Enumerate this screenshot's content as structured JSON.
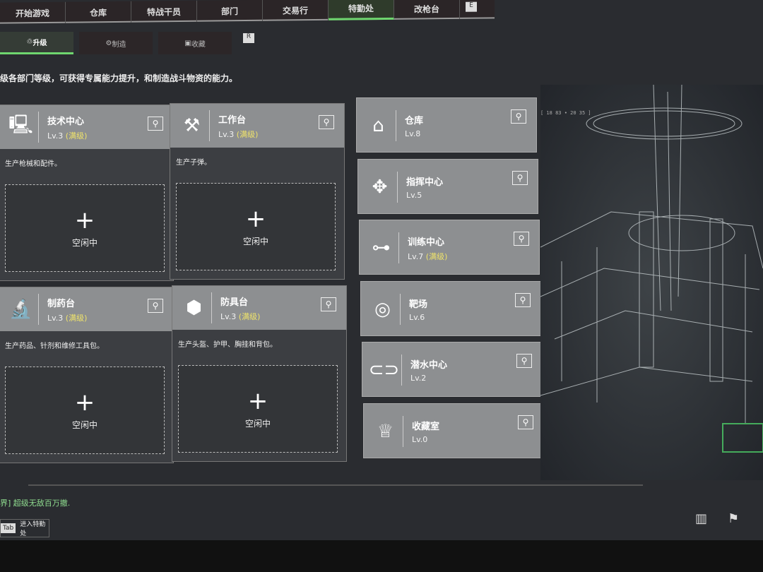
{
  "nav": {
    "items": [
      "开始游戏",
      "仓库",
      "特战干员",
      "部门",
      "交易行",
      "特勤处",
      "改枪台"
    ],
    "active": 5,
    "key": "E"
  },
  "subtabs": {
    "items": [
      "升级",
      "制造",
      "收藏"
    ],
    "key": "R"
  },
  "description": "级各部门等级，可获得专属能力提升，和制造战斗物资的能力。",
  "left_cards": [
    {
      "name": "技术中心",
      "level": "Lv.3",
      "max": "(满级)",
      "desc": "生产枪械和配件。",
      "status": "空闲中",
      "icon": "computer-icon"
    },
    {
      "name": "工作台",
      "level": "Lv.3",
      "max": "(满级)",
      "desc": "生产子弹。",
      "status": "空闲中",
      "icon": "tools-icon"
    },
    {
      "name": "制药台",
      "level": "Lv.3",
      "max": "(满级)",
      "desc": "生产药品、针剂和维修工具包。",
      "status": "空闲中",
      "icon": "microscope-icon"
    },
    {
      "name": "防具台",
      "level": "Lv.3",
      "max": "(满级)",
      "desc": "生产头盔、护甲、胸挂和背包。",
      "status": "空闲中",
      "icon": "armor-icon"
    }
  ],
  "right_cards": [
    {
      "name": "仓库",
      "level": "Lv.8",
      "icon": "warehouse-icon"
    },
    {
      "name": "指挥中心",
      "level": "Lv.5",
      "icon": "command-icon"
    },
    {
      "name": "训练中心",
      "level": "Lv.7",
      "max": "(满级)",
      "icon": "dumbbell-icon"
    },
    {
      "name": "靶场",
      "level": "Lv.6",
      "icon": "target-icon"
    },
    {
      "name": "潜水中心",
      "level": "Lv.2",
      "icon": "diving-mask-icon"
    },
    {
      "name": "收藏室",
      "level": "Lv.0",
      "icon": "trophy-icon"
    }
  ],
  "scene_tag": "[ 18 83 • 20 35 ]",
  "chat": "界] 超级无敌百万撤.",
  "tab_button": {
    "key": "Tab",
    "label": "进入特勤处"
  }
}
